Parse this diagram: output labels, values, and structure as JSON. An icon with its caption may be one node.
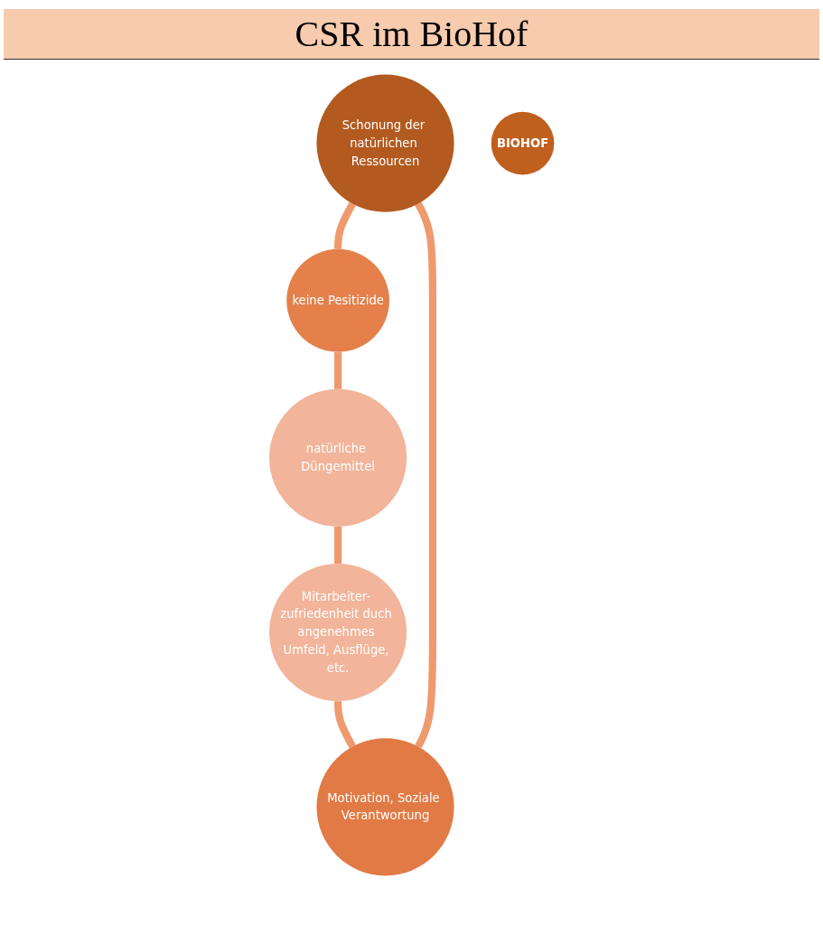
{
  "diagram": {
    "title": "CSR im BioHof",
    "nodes": [
      {
        "text": [
          "Schonung der natürlichen Ressourcen"
        ]
      },
      {
        "text": [
          "Motivation, Soziale Verantwortung"
        ]
      },
      {
        "text": [
          "keine Pesitizide"
        ]
      },
      {
        "text": [
          "BIOHOF"
        ]
      },
      {
        "text": [
          "Mitarbeiter- zufriedenheit duch angenehmes Umfeld, Ausflüge, etc."
        ]
      },
      {
        "text": [
          "natürliche Düngemittel"
        ]
      }
    ],
    "edges": [
      {
        "from": 0,
        "to": 2,
        "arrow": "none"
      },
      {
        "from": 2,
        "to": 5,
        "arrow": "none"
      },
      {
        "from": 5,
        "to": 4,
        "arrow": "none"
      },
      {
        "from": 4,
        "to": 1,
        "arrow": "none"
      },
      {
        "from": 1,
        "to": 0,
        "arrow": "none"
      }
    ]
  }
}
